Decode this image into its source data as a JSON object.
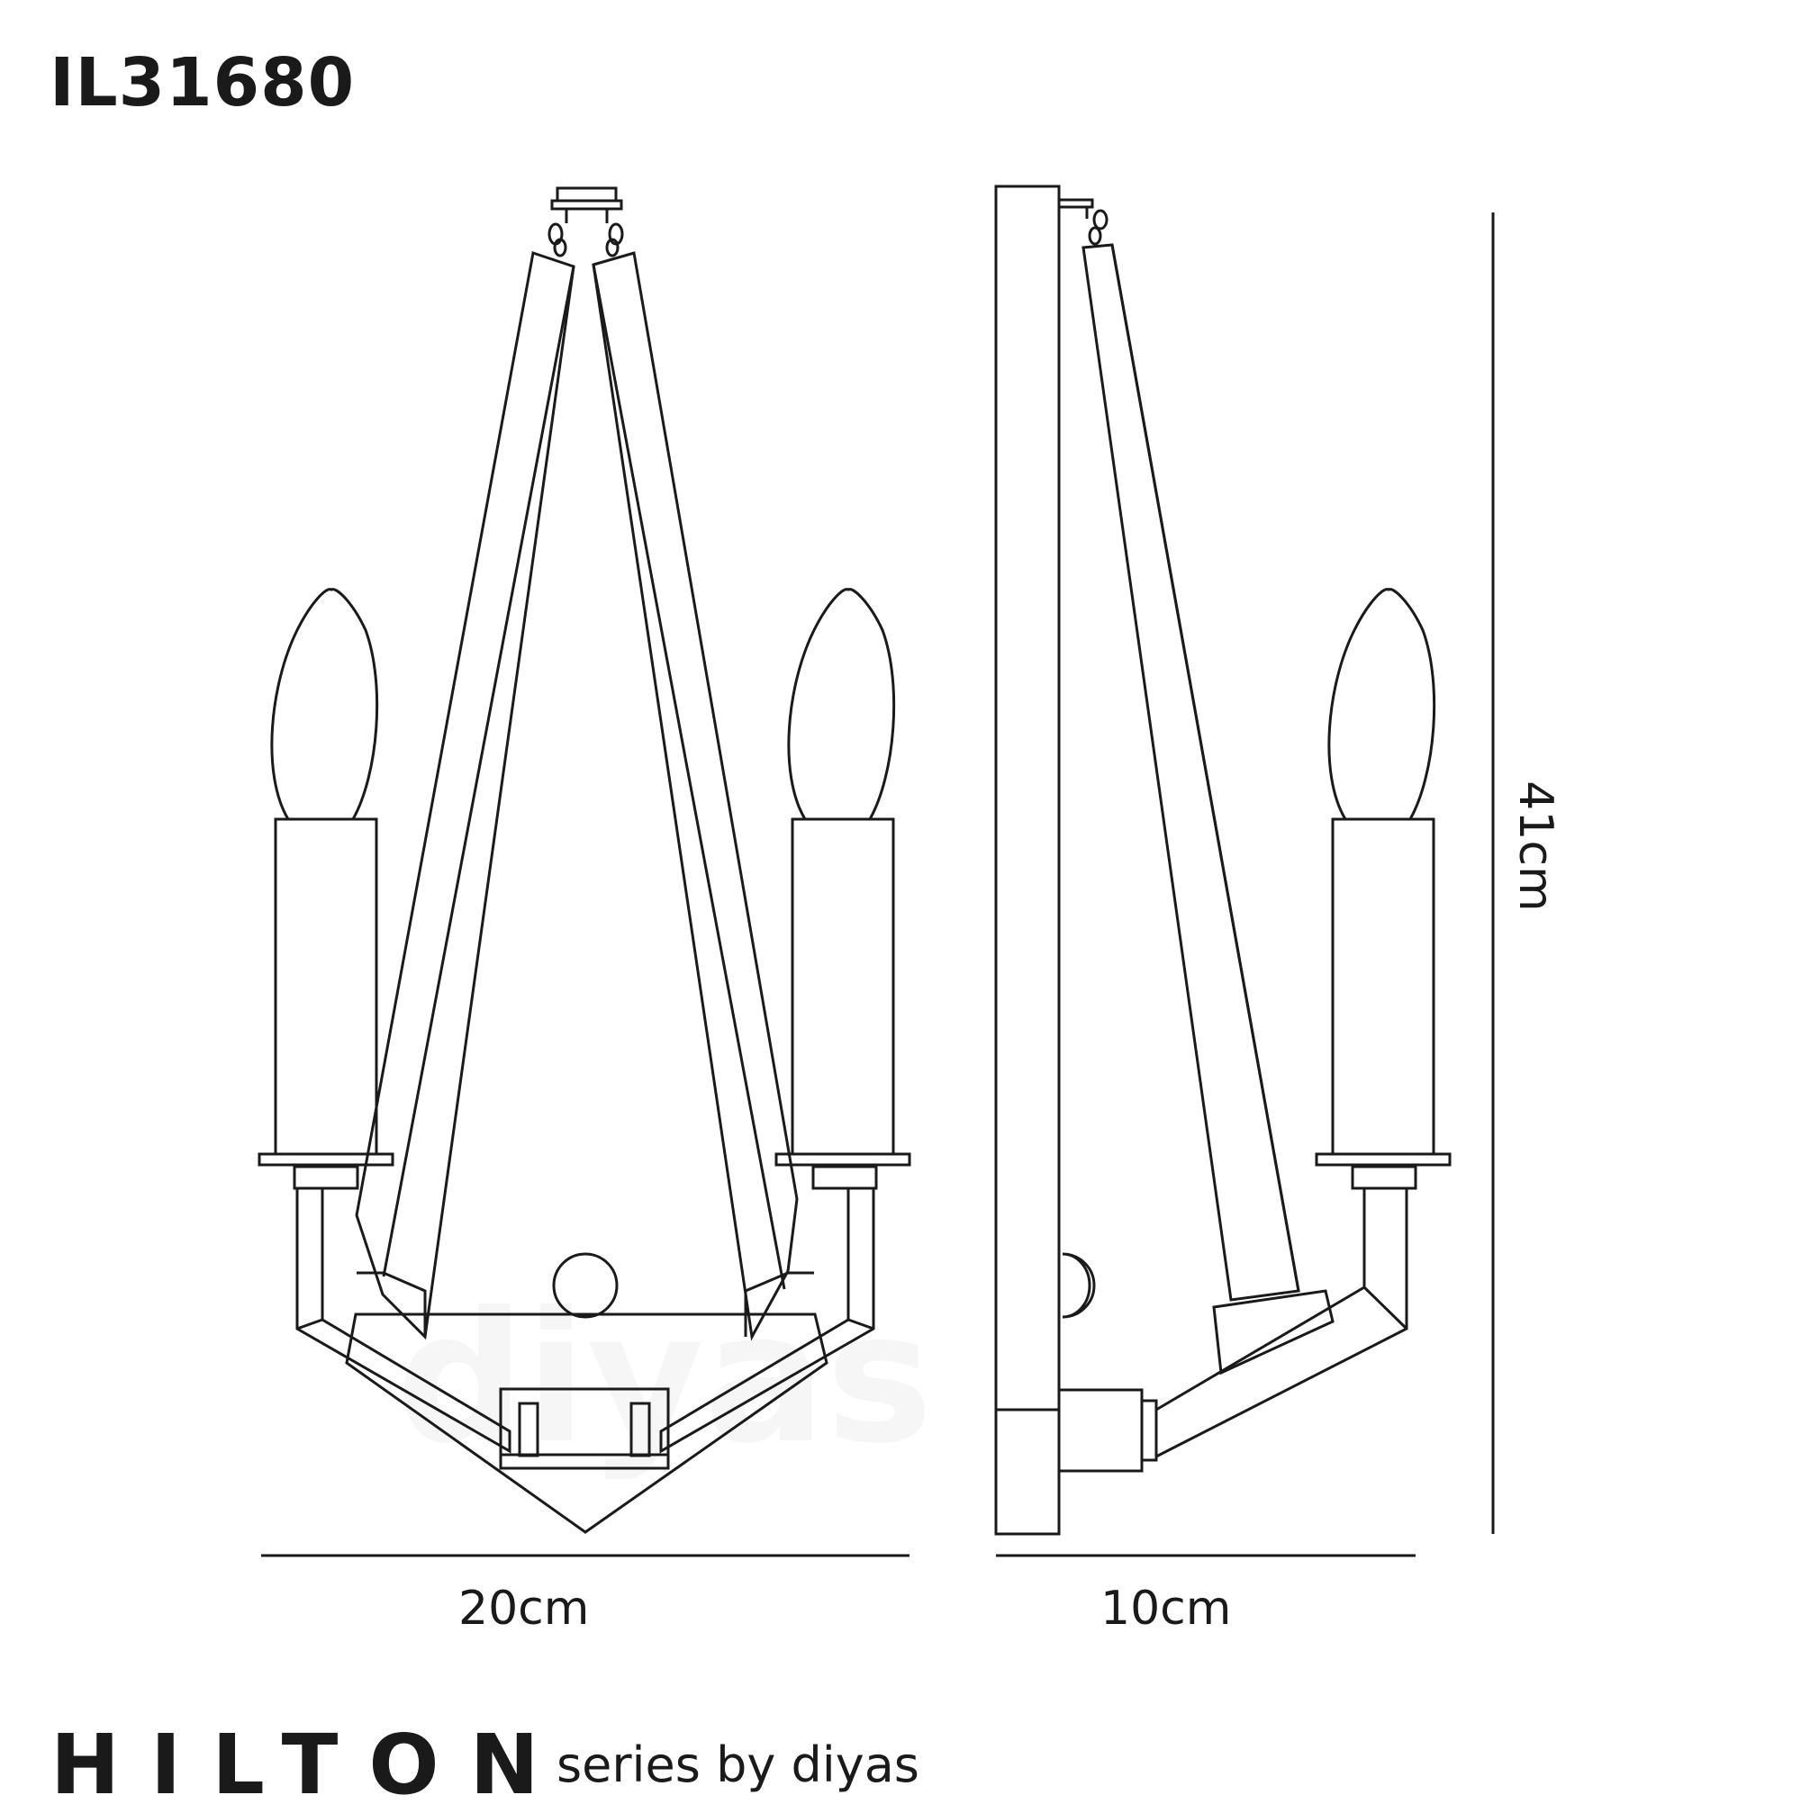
{
  "product_code": "IL31680",
  "dimensions": {
    "width": "20cm",
    "depth": "10cm",
    "height": "41cm"
  },
  "brand": {
    "name": "HILTON",
    "tagline": "series by diyas",
    "watermark": "diyas"
  },
  "colors": {
    "line": "#1a1a1a",
    "background": "#ffffff"
  }
}
